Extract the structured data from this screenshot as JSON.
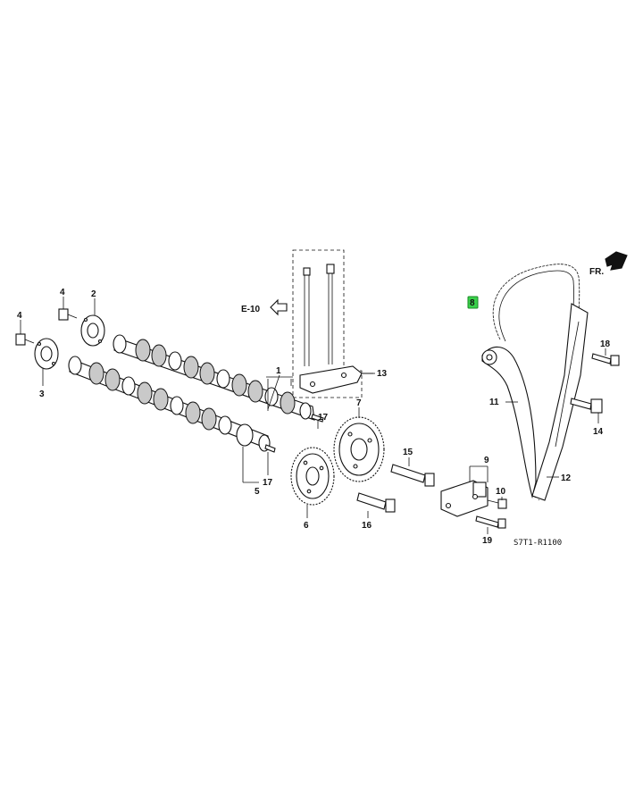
{
  "diagram": {
    "code": "S7T1-R1100",
    "ref_label": "E-10",
    "direction_label": "FR.",
    "highlight_color": "#3ad14a",
    "callouts": {
      "c1": "1",
      "c2": "2",
      "c3": "3",
      "c4a": "4",
      "c4b": "4",
      "c5": "5",
      "c6": "6",
      "c7": "7",
      "c8": "8",
      "c9": "9",
      "c10": "10",
      "c11": "11",
      "c12": "12",
      "c13": "13",
      "c14": "14",
      "c15": "15",
      "c16": "16",
      "c17a": "17",
      "c17b": "17",
      "c18": "18",
      "c19": "19"
    }
  }
}
